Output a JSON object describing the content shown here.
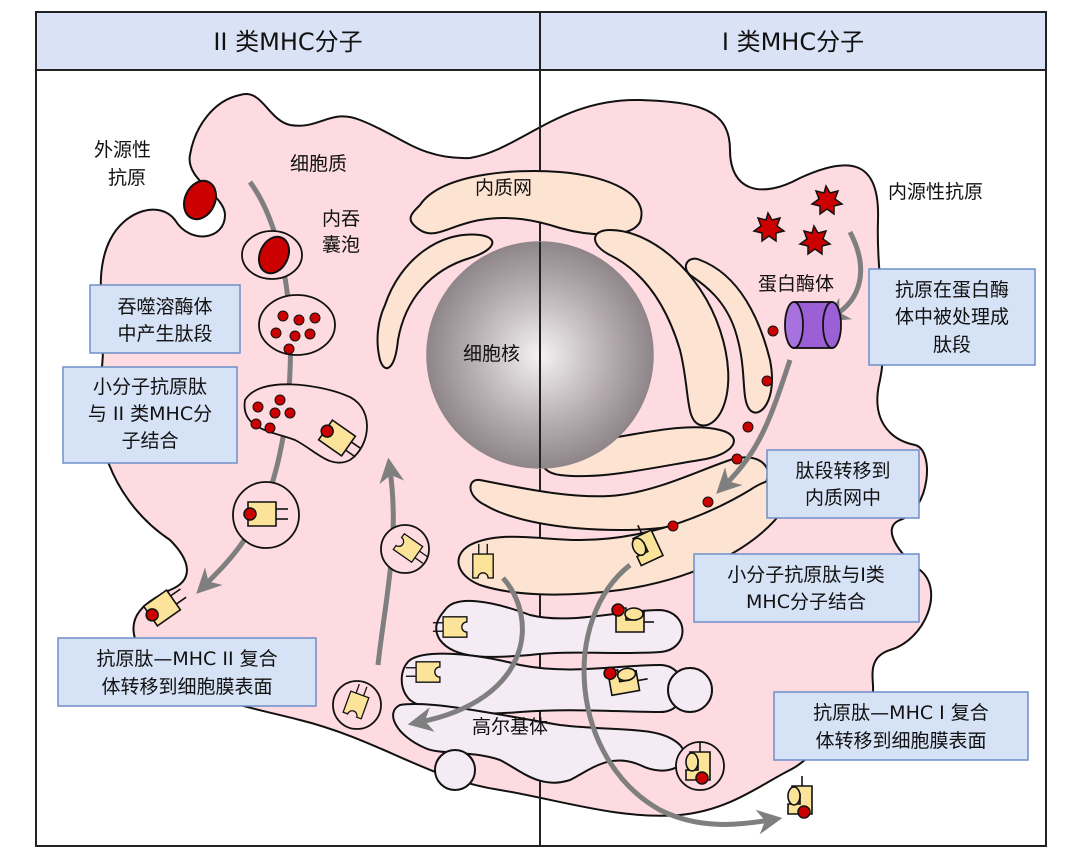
{
  "header": {
    "left_title": "II 类MHC分子",
    "right_title": "I 类MHC分子"
  },
  "colors": {
    "header_bg": "#d9e3f5",
    "cytoplasm": "#fddbe0",
    "er": "#fde3d2",
    "golgi": "#f4ebf5",
    "antigen_red": "#cc0000",
    "mhc_yellow": "#fbe49a",
    "proteasome_purple": "#9b5fd6",
    "arrow_gray": "#7f7f7f",
    "box_fill": "#d6e2f5",
    "box_border": "#6f8fc8"
  },
  "labels": {
    "exogenous_antigen": [
      "外源性",
      "抗原"
    ],
    "cytoplasm": "细胞质",
    "endosome": [
      "内吞",
      "囊泡"
    ],
    "er": "内质网",
    "nucleus": "细胞核",
    "golgi": "高尔基体",
    "endogenous_antigen": "内源性抗原",
    "proteasome": "蛋白酶体"
  },
  "boxes": {
    "lysosome_peptides": [
      "吞噬溶酶体",
      "中产生肽段"
    ],
    "class2_binding": [
      "小分子抗原肽",
      "与 II 类MHC分",
      "子结合"
    ],
    "class2_transfer": [
      "抗原肽—MHC II 复合",
      "体转移到细胞膜表面"
    ],
    "proteasome_processing": [
      "抗原在蛋白酶",
      "体中被处理成",
      "肽段"
    ],
    "peptide_to_er": [
      "肽段转移到",
      "内质网中"
    ],
    "class1_binding": [
      "小分子抗原肽与I类",
      "MHC分子结合"
    ],
    "class1_transfer": [
      "抗原肽—MHC I 复合",
      "体转移到细胞膜表面"
    ]
  },
  "icons": {
    "exogenous_antigen": "red-oval",
    "endogenous_antigen": "red-star",
    "peptide": "red-dot",
    "mhc_class2": "yellow-rectangle-with-notch",
    "mhc_class1": "yellow-notched-shape",
    "proteasome": "purple-cylinder",
    "arrow": "gray-curved-arrow"
  }
}
